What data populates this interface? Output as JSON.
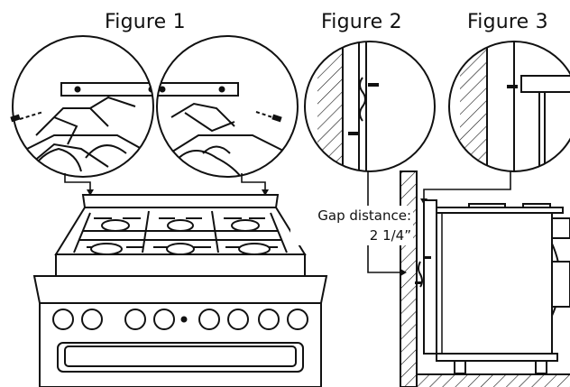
{
  "figures": {
    "fig1": "Figure 1",
    "fig2": "Figure 2",
    "fig3": "Figure 3"
  },
  "gap": {
    "line1": "Gap distance:",
    "line2": "2 1/4”"
  },
  "colors": {
    "ink": "#111111",
    "paper": "#ffffff",
    "metal": "#dcdcdc"
  }
}
